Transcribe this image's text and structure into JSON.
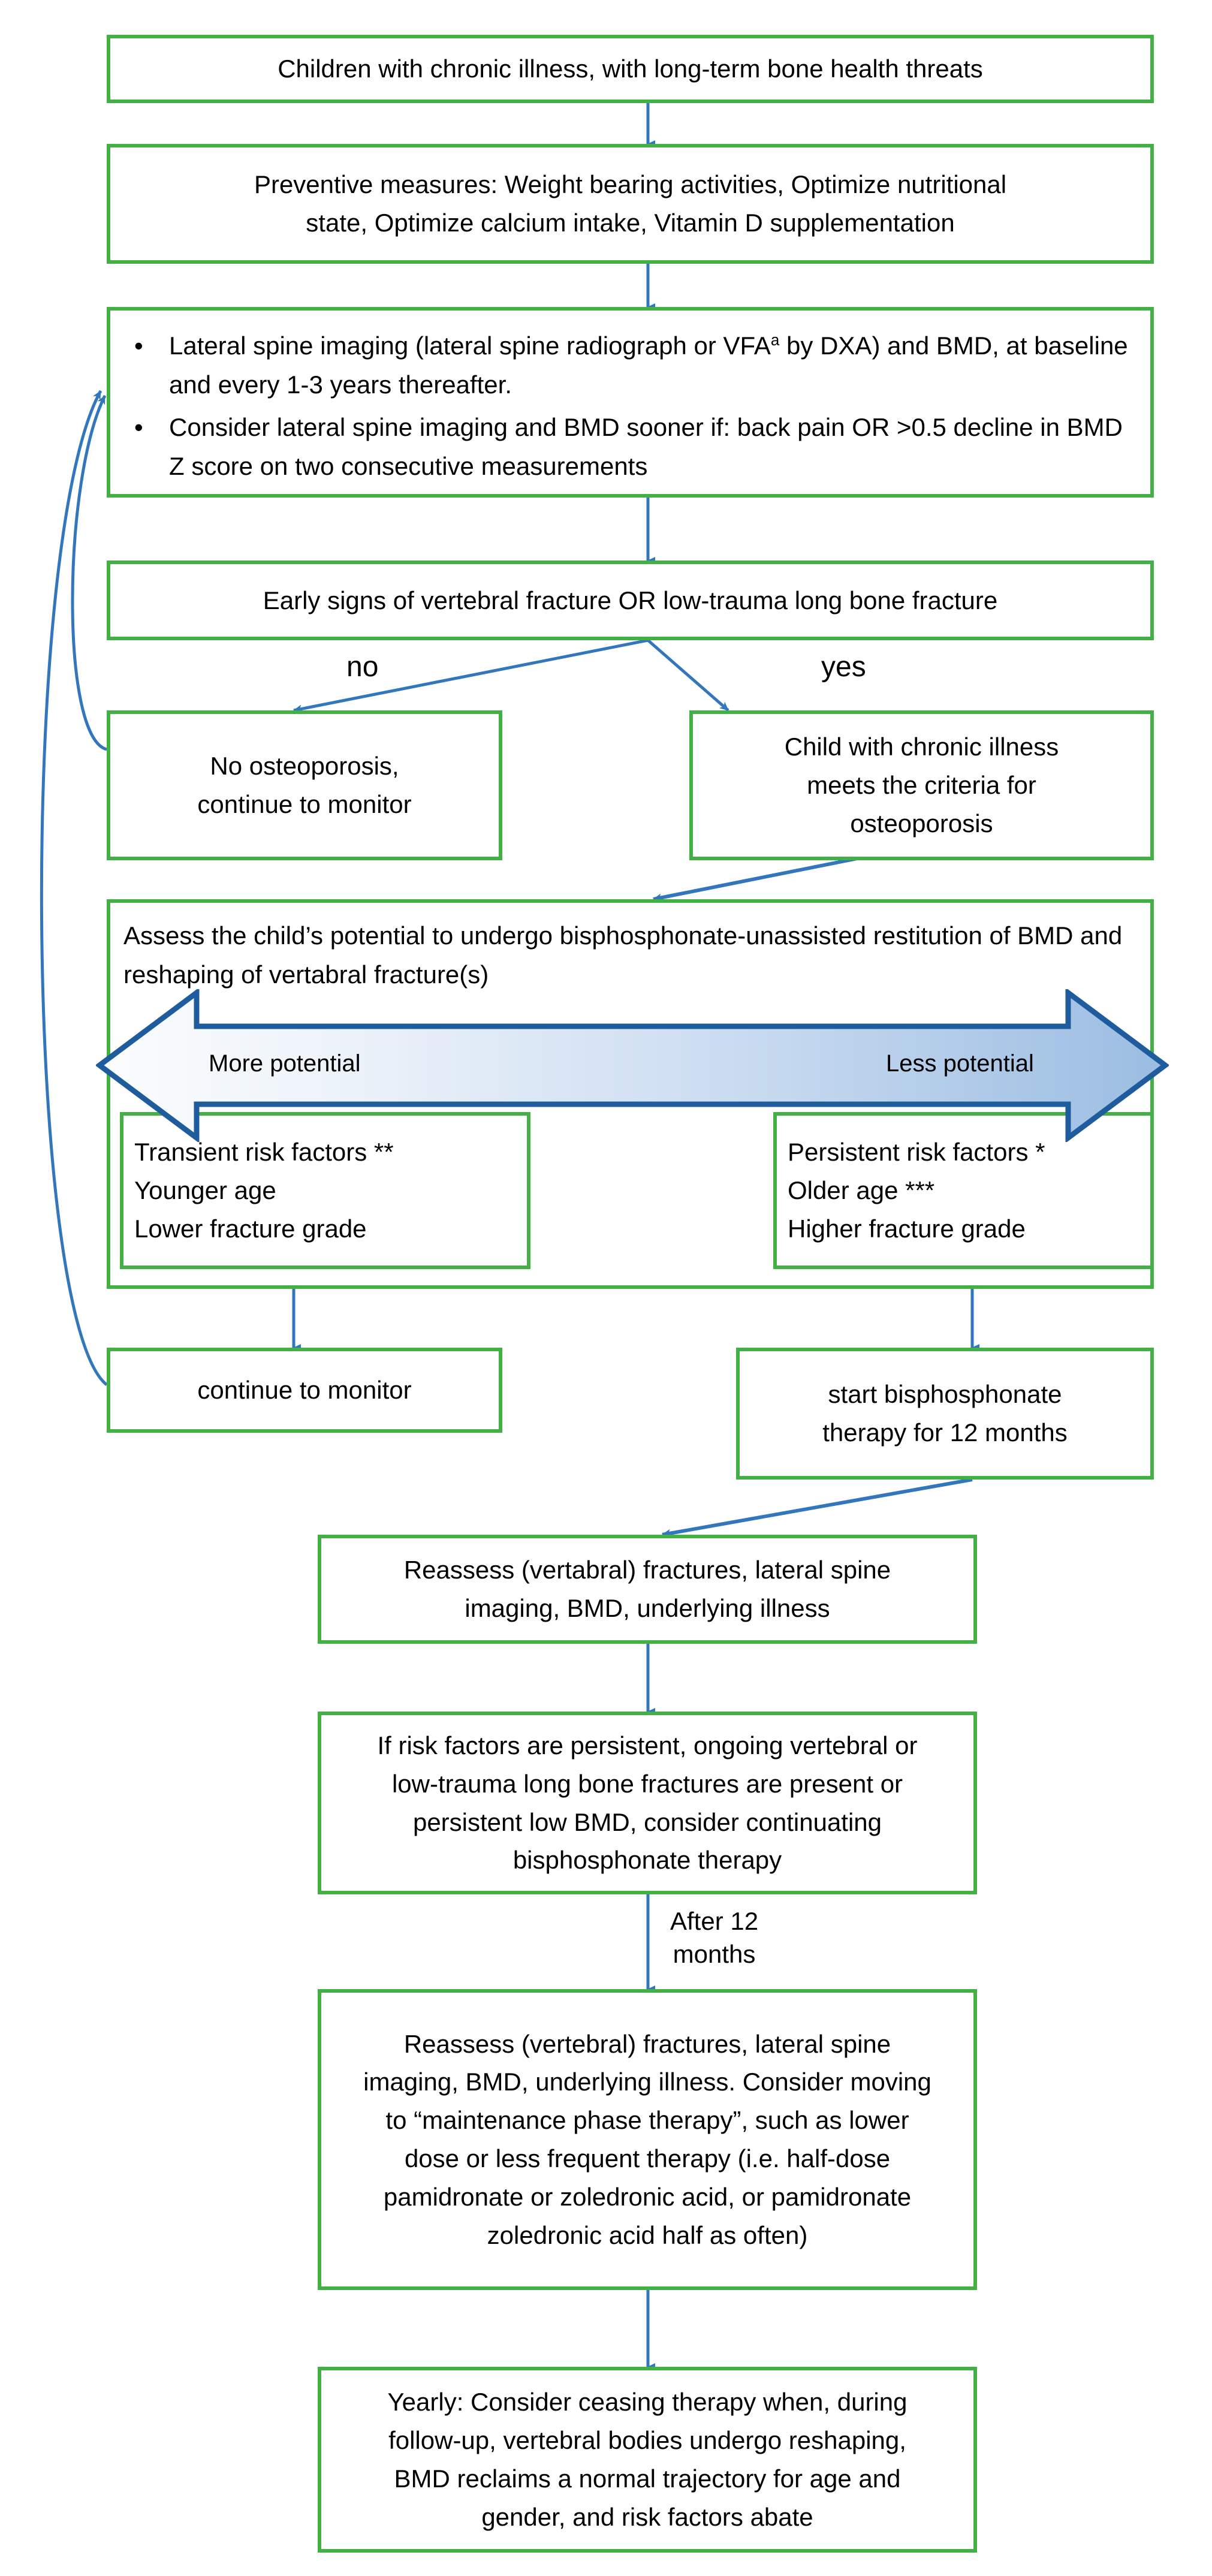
{
  "diagram": {
    "title": "Bone health management algorithm for children with chronic illness",
    "colors": {
      "box_border": "#42B044",
      "connector": "#3276BC",
      "gradient_arrow_outline": "#1F5C9E",
      "gradient_arrow_fill_light": "#F2F6FC",
      "gradient_arrow_fill_dark": "#9CBEE2",
      "text": "#000000",
      "background": "#FFFFFF"
    }
  },
  "nodes": {
    "start": {
      "id": "children-chronic-illness",
      "lines": [
        "Children with chronic illness, with long-term bone health threats"
      ]
    },
    "preventive": {
      "id": "preventive-measures",
      "lines": [
        "Preventive measures: Weight bearing activities, Optimize nutritional",
        "state, Optimize calcium intake, Vitamin D supplementation"
      ]
    },
    "monitoring": {
      "id": "monitoring-bullets",
      "bullet_glyph": "•",
      "bullets": [
        {
          "lines": [
            "Lateral spine imaging (lateral spine radiograph or VFA<sup>a</sup> by DXA) and",
            "BMD, at baseline and every 1-3 years thereafter."
          ],
          "plain": "Lateral spine imaging (lateral spine radiograph or VFAa by DXA) and BMD, at baseline and every 1-3 years thereafter."
        },
        {
          "lines": [
            "Consider lateral spine imaging and BMD sooner if: back pain OR >0.5",
            "decline in BMD Z score on two consecutive measurements"
          ],
          "plain": "Consider lateral spine imaging and BMD sooner if: back pain OR >0.5 decline in BMD Z score on two consecutive measurements"
        }
      ]
    },
    "early_signs": {
      "id": "early-signs-decision",
      "lines": [
        "Early signs of vertebral fracture OR low-trauma long bone fracture"
      ]
    },
    "no_osteoporosis": {
      "id": "no-osteoporosis",
      "lines": [
        "No osteoporosis,",
        "continue to monitor"
      ]
    },
    "meets_criteria": {
      "id": "meets-criteria-osteoporosis",
      "lines": [
        "Child with chronic illness",
        "meets the criteria for",
        "osteoporosis"
      ]
    },
    "assess_panel": {
      "id": "assess-potential-panel",
      "lines": [
        "Assess the child’s potential to undergo bisphosphonate-unassisted",
        "restitution of BMD and reshaping of vertabral fracture(s)"
      ]
    },
    "transient": {
      "id": "transient-risk-factors",
      "lines": [
        "Transient risk factors **",
        "Younger age",
        "Lower fracture grade"
      ]
    },
    "persistent": {
      "id": "persistent-risk-factors",
      "lines": [
        "Persistent risk factors *",
        "Older age ***",
        "Higher fracture grade"
      ]
    },
    "continue_monitor": {
      "id": "continue-to-monitor",
      "lines": [
        "continue to monitor"
      ]
    },
    "start_bisphosphonate": {
      "id": "start-bisphosphonate-therapy",
      "lines": [
        "start bisphosphonate",
        "therapy for 12 months"
      ]
    },
    "reassess_1": {
      "id": "reassess-fractures-1",
      "lines": [
        "Reassess (vertabral) fractures, lateral spine",
        "imaging, BMD, underlying illness"
      ]
    },
    "if_persistent": {
      "id": "if-risk-factors-persistent",
      "lines": [
        "If risk factors are persistent, ongoing vertebral or",
        "low-trauma long bone fractures are present or",
        "persistent low BMD, consider continuating",
        "bisphosphonate therapy"
      ]
    },
    "reassess_2": {
      "id": "reassess-maintenance-phase",
      "lines": [
        "Reassess (vertebral) fractures, lateral spine",
        "imaging, BMD, underlying illness. Consider moving",
        "to “maintenance phase therapy”, such as lower",
        "dose or less frequent therapy (i.e. half-dose",
        "pamidronate or zoledronic acid, or pamidronate",
        "zoledronic acid half as often)"
      ]
    },
    "yearly": {
      "id": "yearly-consider-ceasing",
      "lines": [
        "Yearly: Consider ceasing therapy when, during",
        "follow-up, vertebral bodies undergo reshaping,",
        "BMD reclaims a normal trajectory for age and",
        "gender, and risk factors abate"
      ]
    }
  },
  "gradient_arrow": {
    "id": "potential-spectrum-arrow",
    "left_label": "More potential",
    "right_label": "Less potential"
  },
  "edge_labels": {
    "no": "no",
    "yes": "yes",
    "after_12_months": [
      "After 12",
      "months"
    ]
  }
}
